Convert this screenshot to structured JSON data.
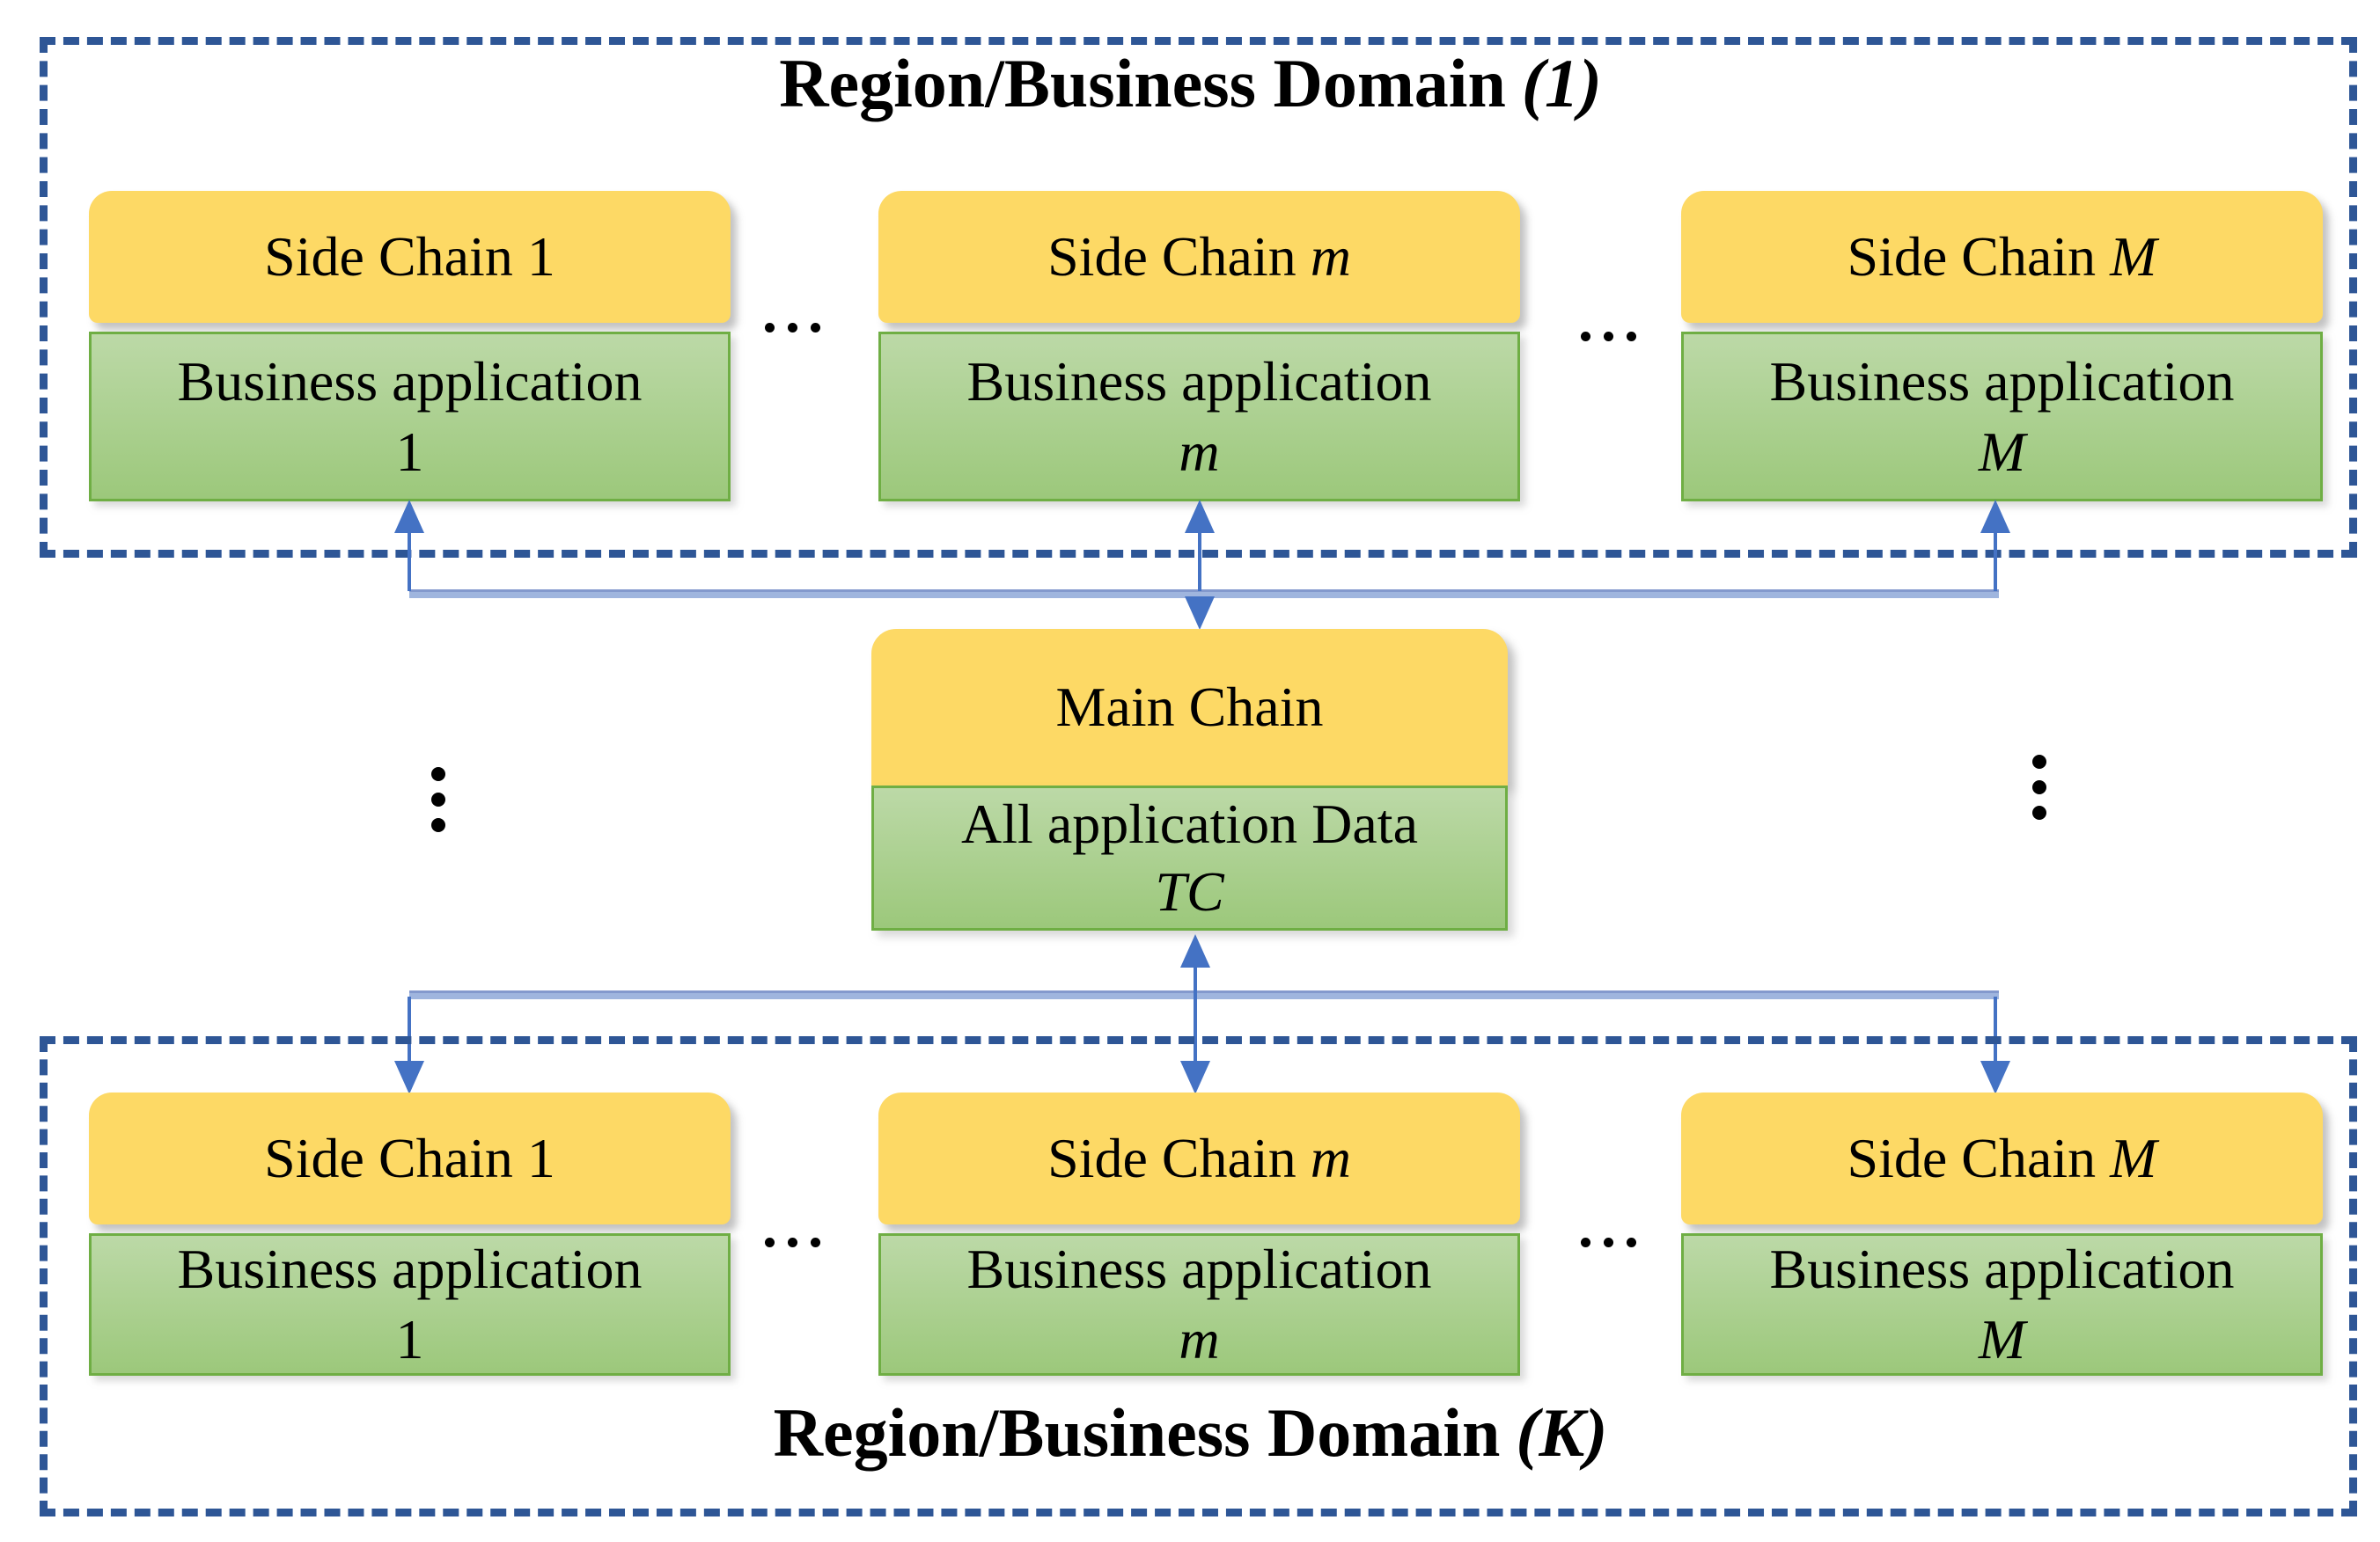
{
  "icons": {
    "vertical_ellipsis": "⋮"
  },
  "colors": {
    "chain_header_fill": "#FDD965",
    "chain_body_fill_top": "#BCD9A7",
    "chain_body_fill_bottom": "#9CC87B",
    "chain_body_border": "#6FAE44",
    "connector_blue": "#4472C4",
    "bus_line_blue": "#9FB5DE",
    "region_dashed_border": "#2E5696",
    "text": "#000000"
  },
  "top_region": {
    "title": "Region/Business Domain",
    "title_index": "(1)",
    "ellipsis_left": "...",
    "ellipsis_right": "...",
    "chains": [
      {
        "header": "Side Chain",
        "header_index": "1",
        "body": "Business application",
        "body_index": "1"
      },
      {
        "header": "Side Chain",
        "header_index": "m",
        "body": "Business application",
        "body_index": "m"
      },
      {
        "header": "Side Chain",
        "header_index": "M",
        "body": "Business application",
        "body_index": "M"
      }
    ]
  },
  "main_chain": {
    "header": "Main Chain",
    "body": "All application Data",
    "body_index": "TC"
  },
  "bottom_region": {
    "title": "Region/Business Domain",
    "title_index": "(K)",
    "ellipsis_left": "...",
    "ellipsis_right": "...",
    "chains": [
      {
        "header": "Side Chain",
        "header_index": "1",
        "body": "Business application",
        "body_index": "1"
      },
      {
        "header": "Side Chain",
        "header_index": "m",
        "body": "Business application",
        "body_index": "m"
      },
      {
        "header": "Side Chain",
        "header_index": "M",
        "body": "Business application",
        "body_index": "M"
      }
    ]
  }
}
